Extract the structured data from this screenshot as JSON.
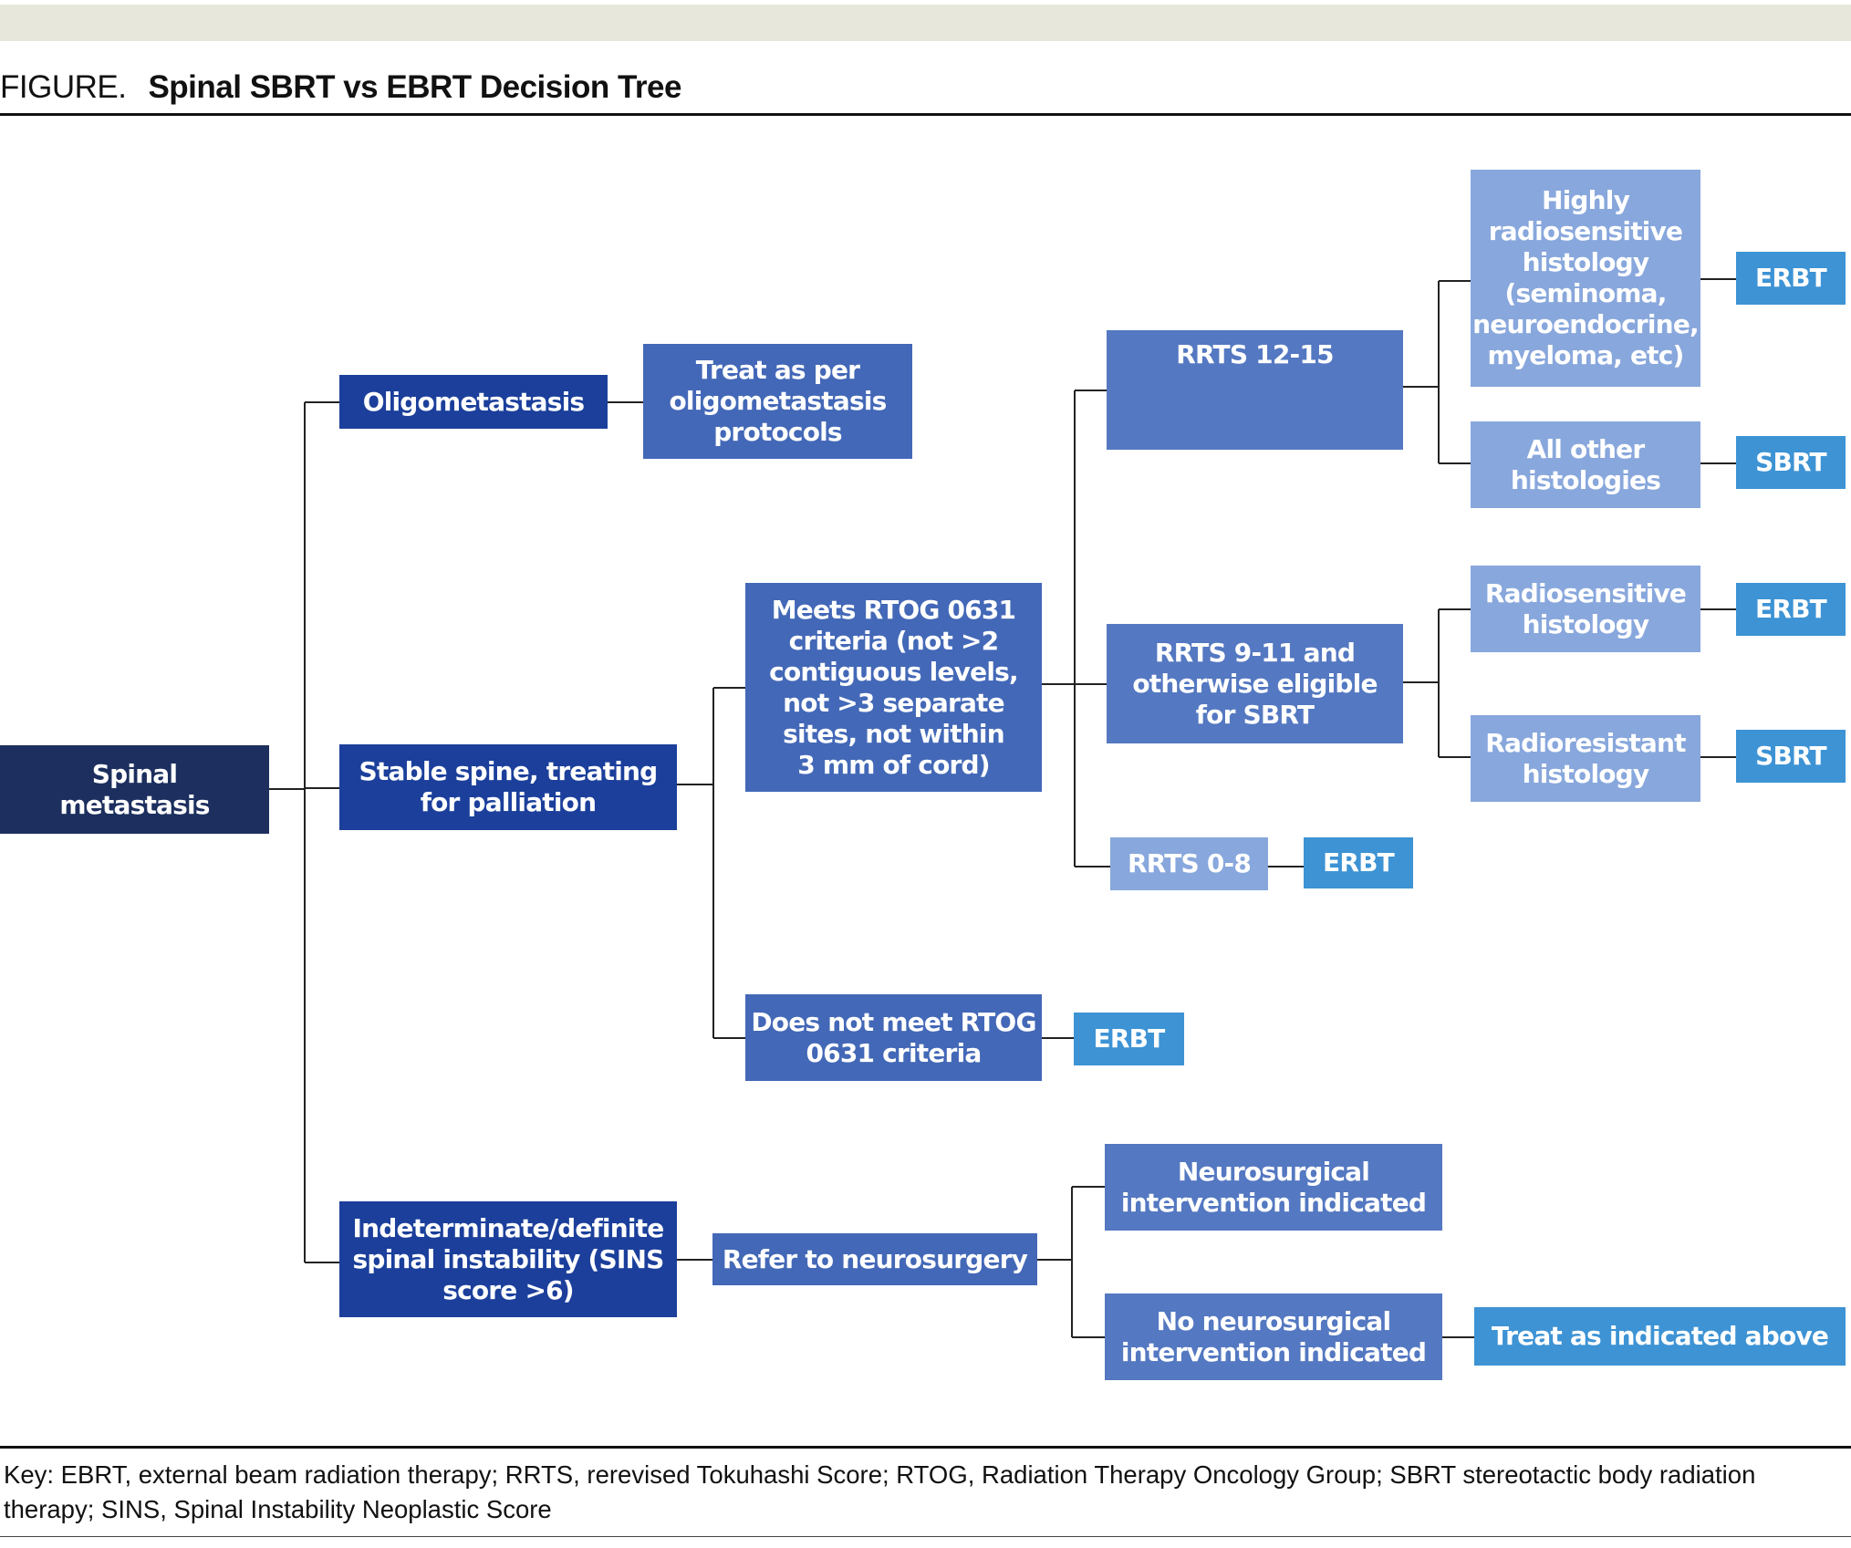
{
  "figure": {
    "label": "FIGURE.",
    "title": "Spinal SBRT vs EBRT Decision Tree"
  },
  "nodes": {
    "spinal_metastasis": "Spinal\nmetastasis",
    "oligometastasis": "Oligometastasis",
    "treat_oligo": "Treat as per\noligometastasis\nprotocols",
    "stable_spine": "Stable spine, treating\nfor palliation",
    "instability": "Indeterminate/definite\nspinal instability (SINS\nscore >6)",
    "meets_rtog": "Meets RTOG 0631\ncriteria (not >2\ncontiguous levels,\nnot >3 separate\nsites, not within\n3 mm of cord)",
    "not_meets_rtog": "Does not meet RTOG\n0631 criteria",
    "refer_neuro": "Refer to neurosurgery",
    "rrts_12_15": "RRTS 12-15",
    "rrts_9_11": "RRTS 9-11 and\notherwise eligible\nfor SBRT",
    "rrts_0_8": "RRTS 0-8",
    "neuro_indicated": "Neurosurgical\nintervention indicated",
    "no_neuro_indicated": "No neurosurgical\nintervention indicated",
    "highly_radiosensitive": "Highly\nradiosensitive\nhistology\n(seminoma,\nneuroendocrine,\nmyeloma, etc)",
    "all_other": "All other\nhistologies",
    "radiosensitive": "Radiosensitive\nhistology",
    "radioresistant": "Radioresistant\nhistology",
    "res_highly": "ERBT",
    "res_all_other": "SBRT",
    "res_radiosensitive": "ERBT",
    "res_radioresistant": "SBRT",
    "res_rrts_0_8": "ERBT",
    "res_not_meets": "ERBT",
    "res_treat_above": "Treat as indicated above"
  },
  "key": "Key: EBRT, external beam radiation therapy; RRTS, rerevised Tokuhashi Score; RTOG, Radiation Therapy Oncology Group; SBRT stereotactic body radiation therapy; SINS, Spinal Instability Neoplastic Score",
  "colors": {
    "root": "#1c2f5e",
    "level1": "#1b3f9b",
    "level2": "#4368b7",
    "level3": "#5478c1",
    "level4": "#88a7dc",
    "result": "#3d93d4",
    "connector": "#222222"
  }
}
